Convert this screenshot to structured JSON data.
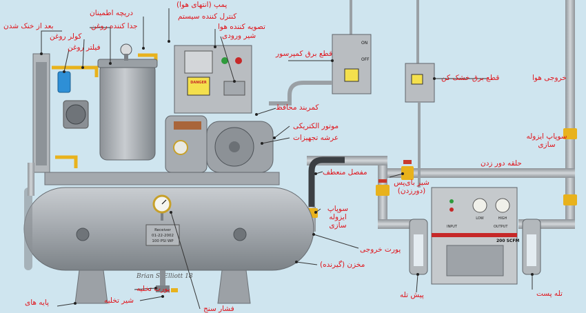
{
  "labels": {
    "safety_valve": "دریچه اطمینان",
    "after_cooler": "بعد از خنک شدن",
    "oil_separator": "جدا کننده روغن",
    "oil_cooler": "کولر روغن",
    "oil_filter": "فیلتر روغن",
    "pump": "پمپ (انتهای هوا)",
    "system_control": "کنترل کننده سیستم",
    "air_purifier": "تصویه کننده هوا",
    "inlet_valve": "شیر ورودی",
    "compressor_disconnect": "قطع برق کمپرسور",
    "dryer_disconnect": "قطع برق خشک کن",
    "air_outlet": "خروجی هوا",
    "belt_guard": "کمربند محافظ",
    "electric_motor": "موتور الکتریکی",
    "equipment_deck": "عرشه تجهیزات",
    "bypass_loop": "حلقه دور زدن",
    "flex_connector": "مفصل منعطف",
    "isolation_valve_right": "سوپاپ ایزوله سازی",
    "bypass_valve": "شیر بای‌پس (دورزدن)",
    "isolation_valve_left": "سوپاپ ایزوله سازی",
    "outlet_port": "پورت خروجی",
    "receiver_tank": "مخزن (گیرنده)",
    "drain_port": "پورت تخلیه",
    "drain_valve": "شیر تخلیه",
    "tank_feet": "پایه های",
    "pressure_gauge": "فشار سنج",
    "pre_filter": "پیش تله",
    "post_filter": "تله پست"
  },
  "plate": {
    "line1": "Receiver",
    "line2": "01-22-2002",
    "line3": "100 PSI WP"
  },
  "signature": "Brian S. Elliott 18",
  "dryer": {
    "rating": "200 SCFM",
    "input": "INPUT",
    "output": "OUTPUT",
    "low": "LOW",
    "high": "HIGH"
  },
  "panel": {
    "danger": "DANGER",
    "switch_on": "ON",
    "switch_off": "OFF"
  },
  "colors": {
    "background": "#cfe5ef",
    "metal": "#a9aeb3",
    "pipe_yellow": "#e8b21c",
    "label_red": "#e0141b",
    "filter_blue": "#2e8fd6"
  }
}
